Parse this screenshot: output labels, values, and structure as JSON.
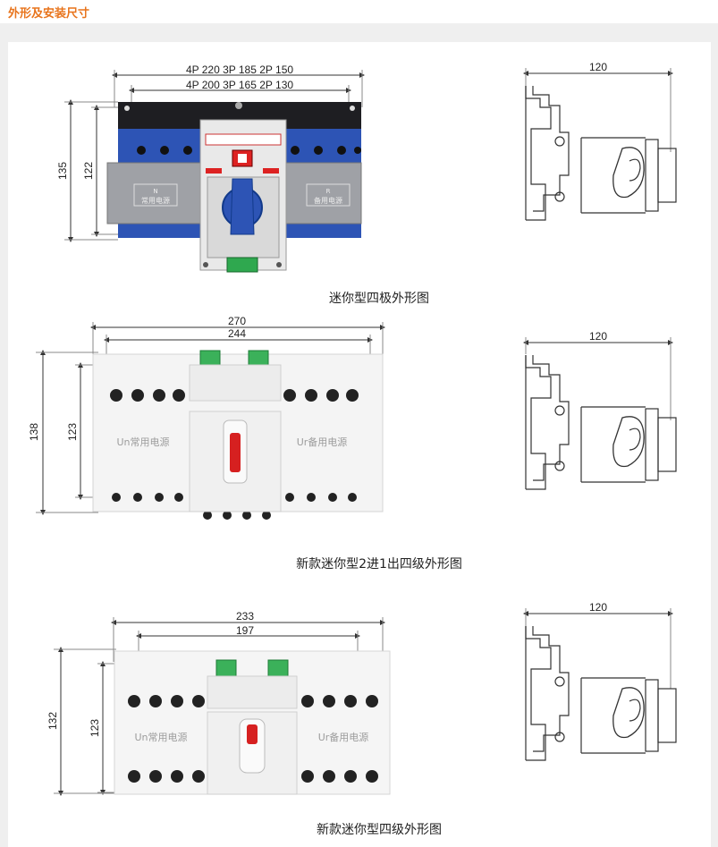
{
  "header": {
    "title": "外形及安装尺寸"
  },
  "diagrams": [
    {
      "caption": "迷你型四极外形图",
      "front": {
        "width_top": "4P 220 3P 185 2P 150",
        "width_bottom": "4P 200 3P 165 2P 130",
        "height_outer": "135",
        "height_inner": "122",
        "panel_left_label": "常用电源",
        "panel_left_letter": "N",
        "panel_right_label": "备用电源",
        "panel_right_letter": "R"
      },
      "side": {
        "depth": "120"
      }
    },
    {
      "caption": "新款迷你型2进1出四级外形图",
      "front": {
        "width_top": "270",
        "width_bottom": "244",
        "height_outer": "138",
        "height_inner": "123",
        "panel_left_label": "Un常用电源",
        "panel_right_label": "Ur备用电源"
      },
      "side": {
        "depth": "120"
      }
    },
    {
      "caption": "新款迷你型四级外形图",
      "front": {
        "width_top": "233",
        "width_bottom": "197",
        "height_outer": "132",
        "height_inner": "123",
        "panel_left_label": "Un常用电源",
        "panel_right_label": "Ur备用电源"
      },
      "side": {
        "depth": "120"
      }
    }
  ]
}
